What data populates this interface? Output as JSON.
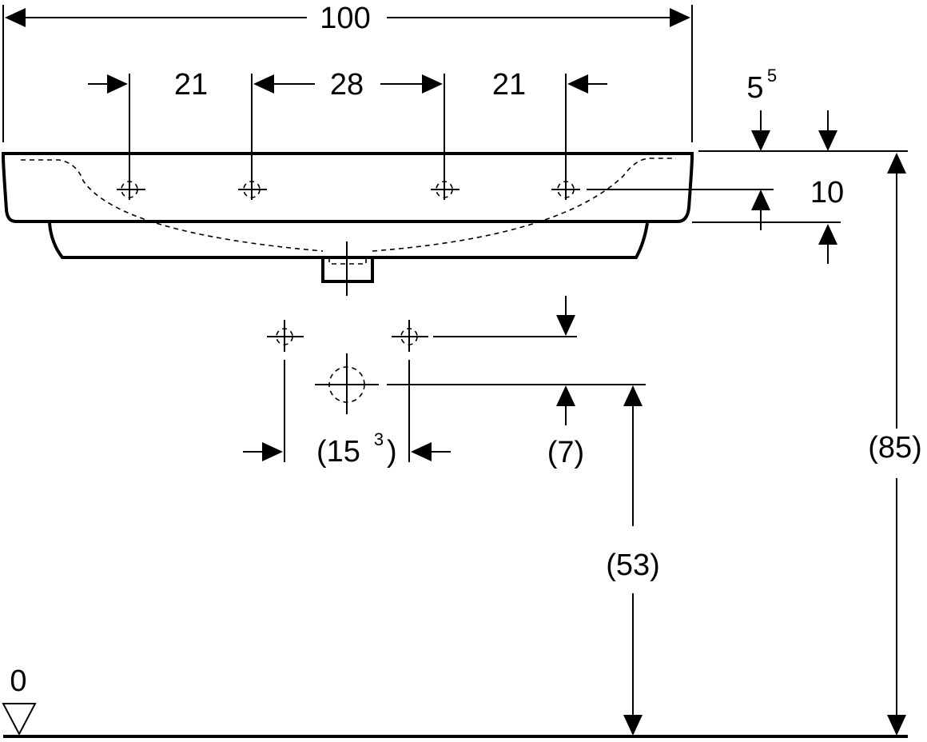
{
  "dimensions": {
    "overall_width": "100",
    "spacing_left": "21",
    "spacing_center": "28",
    "spacing_right": "21",
    "top_offset_base": "5",
    "top_offset_sup": "5",
    "rim_height": "10",
    "waste_spacing_open": "(15",
    "waste_spacing_sup": "3",
    "waste_spacing_close": ")",
    "waste_offset": "(7)",
    "waste_height": "(53)",
    "total_height": "(85)",
    "floor_level": "0"
  }
}
